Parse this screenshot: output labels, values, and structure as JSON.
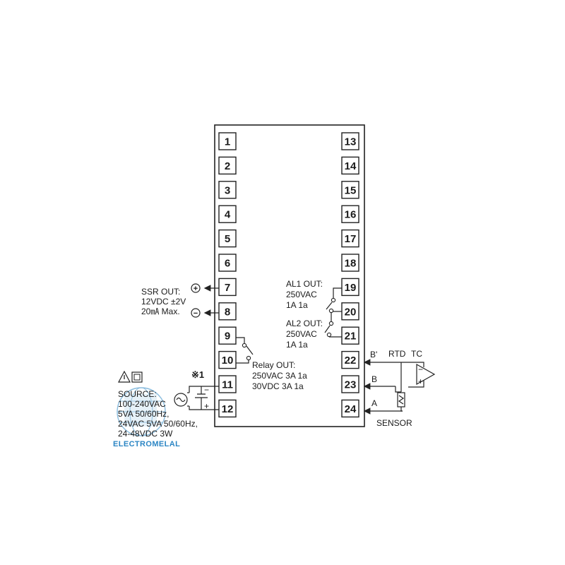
{
  "terminals_left": [
    "1",
    "2",
    "3",
    "4",
    "5",
    "6",
    "7",
    "8",
    "9",
    "10",
    "11",
    "12"
  ],
  "terminals_right": [
    "13",
    "14",
    "15",
    "16",
    "17",
    "18",
    "19",
    "20",
    "21",
    "22",
    "23",
    "24"
  ],
  "ssr_out": {
    "title": "SSR OUT:",
    "line2": "12VDC ±2V",
    "line3": "20㎃ Max.",
    "plus_symbol": "+",
    "minus_symbol": "−"
  },
  "relay_out": {
    "title": "Relay OUT:",
    "line2": "250VAC 3A 1a",
    "line3": "30VDC 3A 1a"
  },
  "al1_out": {
    "title": "AL1 OUT:",
    "line2": "250VAC",
    "line3": "1A 1a"
  },
  "al2_out": {
    "title": "AL2 OUT:",
    "line2": "250VAC",
    "line3": "1A 1a"
  },
  "source": {
    "note_mark": "※1",
    "title": "SOURCE:",
    "line2": "100-240VAC",
    "line3": "5VA 50/60Hz,",
    "line4": "24VAC 5VA 50/60Hz,",
    "line5": "24-48VDC 3W",
    "plus_label": "+",
    "minus_label": "−"
  },
  "sensor": {
    "b_prime": "B'",
    "b": "B",
    "a": "A",
    "rtd": "RTD",
    "tc": "TC",
    "tc_minus": "−",
    "tc_plus": "+",
    "label": "SENSOR"
  },
  "watermark": {
    "text": "ELECTROMELAL"
  },
  "colors": {
    "line": "#222222",
    "watermark": "#2c86c4"
  },
  "icons": [
    "warning-triangle-icon",
    "double-insulation-icon",
    "ac-source-icon",
    "relay-contact-icon",
    "rtd-resistor-icon",
    "thermocouple-icon",
    "globe-watermark-icon"
  ]
}
